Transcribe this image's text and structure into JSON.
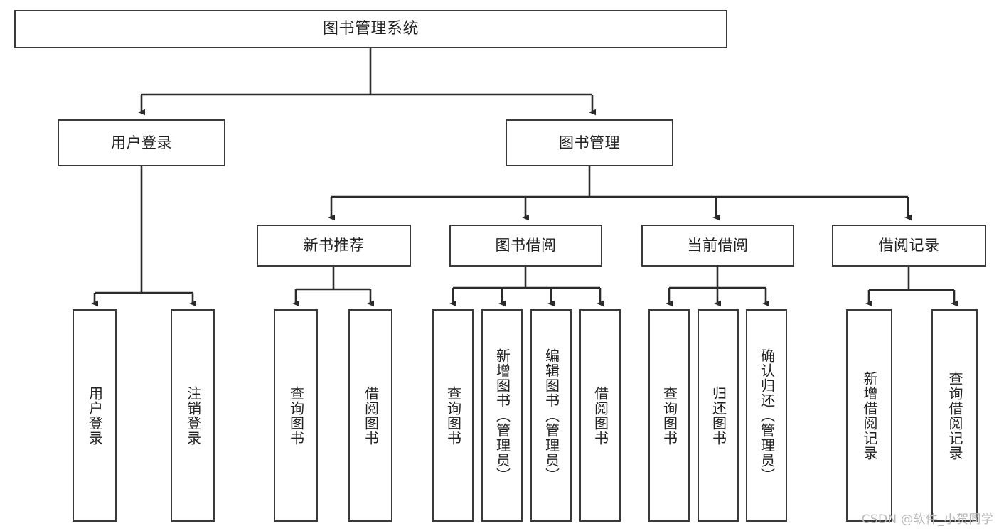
{
  "diagram": {
    "type": "hierarchy-tree",
    "title": "图书管理系统",
    "watermark": "CSDN @软件_小贺同学",
    "colors": {
      "box_border": "#3a3a3a",
      "box_fill": "#ffffff",
      "connector": "#2b2b2b",
      "text": "#222222",
      "watermark": "#b9b9b9",
      "background": "#ffffff"
    },
    "nodes": {
      "root": {
        "label": "图书管理系统"
      },
      "level2": [
        {
          "id": "user-login",
          "label": "用户登录"
        },
        {
          "id": "book-management",
          "label": "图书管理"
        }
      ],
      "level3": [
        {
          "id": "new-book-recommend",
          "label": "新书推荐"
        },
        {
          "id": "book-borrow",
          "label": "图书借阅"
        },
        {
          "id": "current-borrow",
          "label": "当前借阅"
        },
        {
          "id": "borrow-record",
          "label": "借阅记录"
        }
      ],
      "leaves": {
        "user-login": [
          {
            "id": "leaf-user-login",
            "label": "用户登录"
          },
          {
            "id": "leaf-logout-login",
            "label": "注销登录"
          }
        ],
        "new-book-recommend": [
          {
            "id": "leaf-query-book-1",
            "label": "查询图书"
          },
          {
            "id": "leaf-borrow-book-1",
            "label": "借阅图书"
          }
        ],
        "book-borrow": [
          {
            "id": "leaf-query-book-2",
            "label": "查询图书"
          },
          {
            "id": "leaf-add-book",
            "label": "新增图书（管理员）"
          },
          {
            "id": "leaf-edit-book",
            "label": "编辑图书（管理员）"
          },
          {
            "id": "leaf-borrow-book-2",
            "label": "借阅图书"
          }
        ],
        "current-borrow": [
          {
            "id": "leaf-query-book-3",
            "label": "查询图书"
          },
          {
            "id": "leaf-return-book",
            "label": "归还图书"
          },
          {
            "id": "leaf-confirm-return",
            "label": "确认归还（管理员）"
          }
        ],
        "borrow-record": [
          {
            "id": "leaf-add-record",
            "label": "新增借阅记录"
          },
          {
            "id": "leaf-query-record",
            "label": "查询借阅记录"
          }
        ]
      }
    }
  }
}
